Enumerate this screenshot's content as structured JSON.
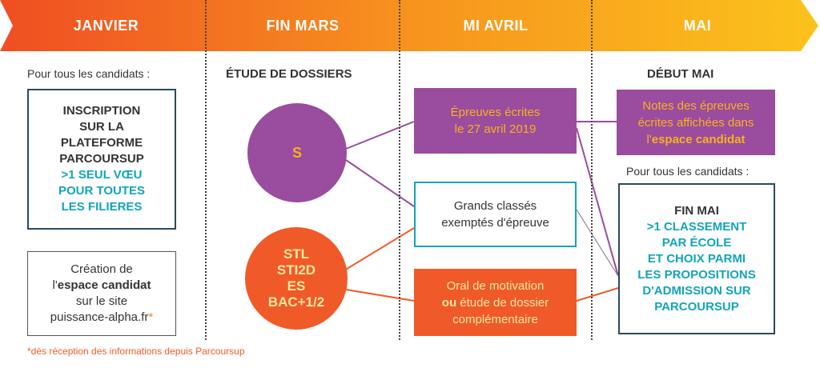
{
  "colors": {
    "orange": "#f05a28",
    "orange_light": "#f58a1f",
    "yellow": "#f9b21b",
    "purple": "#9a4c9e",
    "teal": "#12a4b9",
    "dark_text": "#333333"
  },
  "header": {
    "columns": [
      "JANVIER",
      "FIN MARS",
      "MI AVRIL",
      "MAI"
    ]
  },
  "janvier": {
    "intro": "Pour tous les candidats :",
    "inscription": {
      "line1": "INSCRIPTION",
      "line2": "SUR LA",
      "line3": "PLATEFORME",
      "line4": "PARCOURSUP",
      "line5": ">1 SEUL VŒU",
      "line6": "POUR TOUTES",
      "line7": "LES FILIERES"
    },
    "creation": {
      "line1": "Création de",
      "line2_prefix": "l'",
      "line2_bold": "espace candidat",
      "line3": "sur le site",
      "line4": "puissance-alpha.fr",
      "asterisk": "*"
    }
  },
  "fin_mars": {
    "heading": "ÉTUDE DE DOSSIERS",
    "circle_s": "S",
    "circle_other": [
      "STL",
      "STI2D",
      "ES",
      "BAC+1/2"
    ]
  },
  "mi_avril": {
    "epreuves": {
      "line1": "Épreuves écrites",
      "line2": "le 27 avril 2019"
    },
    "grands": {
      "line1": "Grands classés",
      "line2": "exemptés d'épreuve"
    },
    "oral": {
      "line1": "Oral de motivation",
      "line2_bold": "ou",
      "line2_rest": " étude de dossier",
      "line3": "complémentaire"
    }
  },
  "mai": {
    "heading": "DÉBUT MAI",
    "notes": {
      "line1": "Notes des épreuves",
      "line2": "écrites affichées dans",
      "line3_prefix": "l'",
      "line3_bold": "espace candidat"
    },
    "intro": "Pour tous les candidats :",
    "fin": {
      "line1": "FIN MAI",
      "line2": ">1 CLASSEMENT",
      "line3": "PAR ÉCOLE",
      "line4": "ET CHOIX PARMI",
      "line5": "LES PROPOSITIONS",
      "line6": "D'ADMISSION SUR",
      "line7": "PARCOURSUP"
    }
  },
  "footnote": "*dès réception des informations depuis Parcoursup"
}
